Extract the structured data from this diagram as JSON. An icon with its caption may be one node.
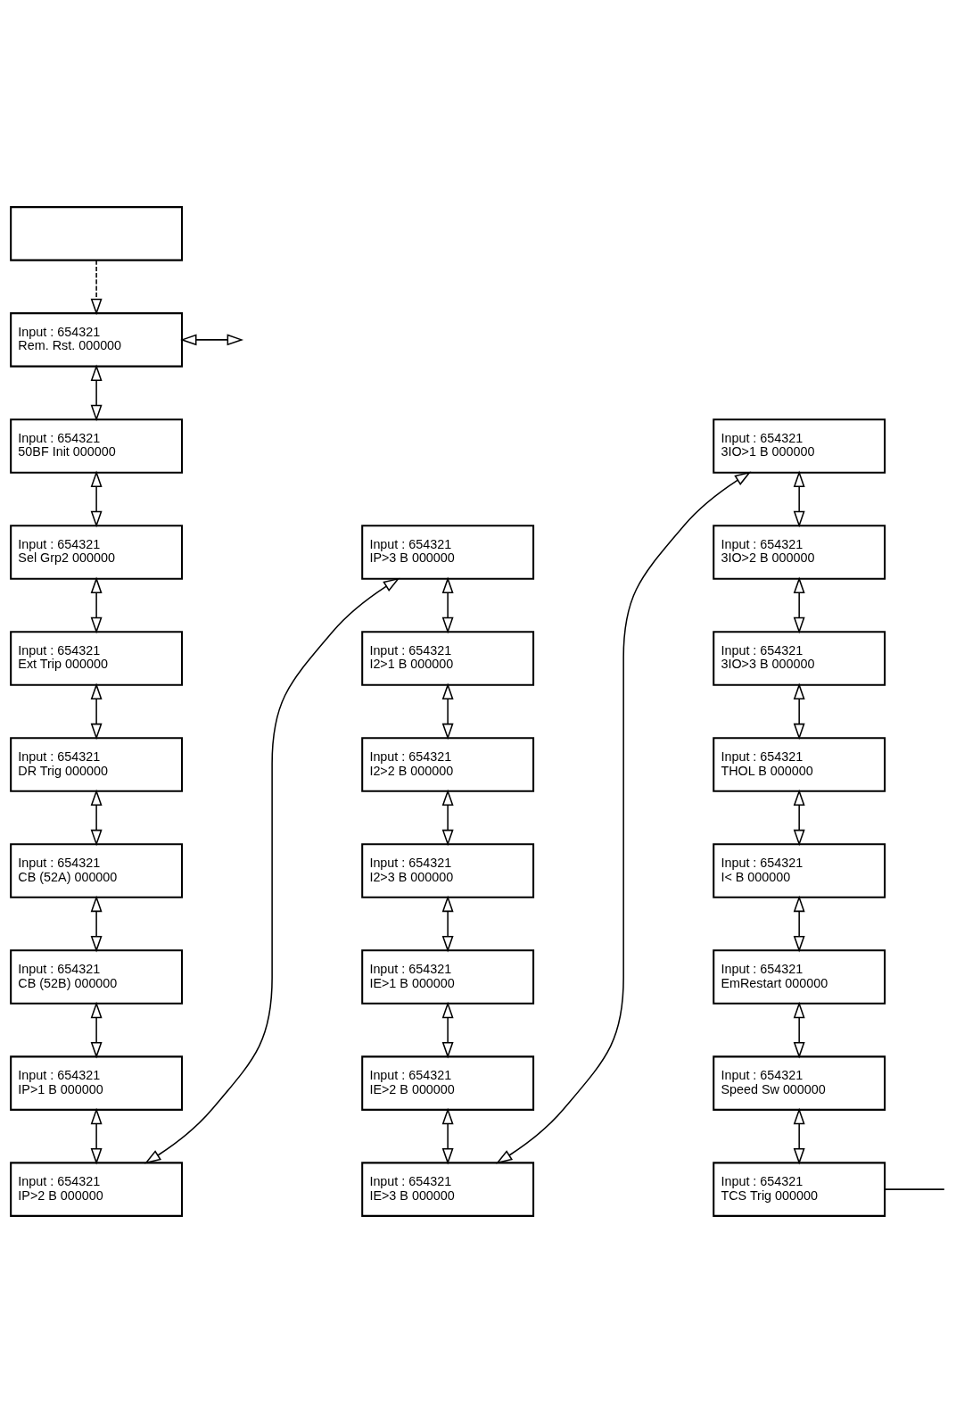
{
  "diagram": {
    "nodes": [
      {
        "text": [],
        "shape": "box"
      },
      {
        "text": [
          "Input : 654321",
          "Rem. Rst. 000000"
        ]
      },
      {
        "text": [
          "Input : 654321",
          "50BF Init 000000"
        ]
      },
      {
        "text": [
          "Input : 654321",
          "Sel Grp2 000000"
        ]
      },
      {
        "text": [
          "Input : 654321",
          "Ext Trip 000000"
        ]
      },
      {
        "text": [
          "Input : 654321",
          "DR Trig 000000"
        ]
      },
      {
        "text": [
          "Input : 654321",
          "CB (52A) 000000"
        ]
      },
      {
        "text": [
          "Input : 654321",
          "CB (52B) 000000"
        ]
      },
      {
        "text": [
          "Input : 654321",
          "IP>1 B 000000"
        ]
      },
      {
        "text": [
          "Input : 654321",
          "IP>2 B 000000"
        ]
      },
      {
        "text": [
          "Input : 654321",
          "IP>3 B 000000"
        ]
      },
      {
        "text": [
          "Input : 654321",
          "I2>1 B 000000"
        ]
      },
      {
        "text": [
          "Input : 654321",
          "I2>2 B 000000"
        ]
      },
      {
        "text": [
          "Input : 654321",
          "I2>3 B 000000"
        ]
      },
      {
        "text": [
          "Input : 654321",
          "IE>1 B 000000"
        ]
      },
      {
        "text": [
          "Input : 654321",
          "IE>2 B 000000"
        ]
      },
      {
        "text": [
          "Input : 654321",
          "IE>3 B 000000"
        ]
      },
      {
        "text": [
          "Input : 654321",
          "3IO>1 B 000000"
        ]
      },
      {
        "text": [
          "Input : 654321",
          "3IO>2 B 000000"
        ]
      },
      {
        "text": [
          "Input : 654321",
          "3IO>3 B 000000"
        ]
      },
      {
        "text": [
          "Input : 654321",
          "THOL B 000000"
        ]
      },
      {
        "text": [
          "Input : 654321",
          "I< B 000000"
        ]
      },
      {
        "text": [
          "Input : 654321",
          "EmRestart 000000"
        ]
      },
      {
        "text": [
          "Input : 654321",
          "Speed Sw 000000"
        ]
      },
      {
        "text": [
          "Input : 654321",
          "TCS Trig 000000"
        ]
      }
    ],
    "edges": [
      {
        "from": 0,
        "to": 1,
        "arrow": "to",
        "style": "dashed"
      },
      {
        "from": 1,
        "to": null,
        "arrow": "both"
      },
      {
        "from": 1,
        "to": 2,
        "arrow": "both"
      },
      {
        "from": 2,
        "to": 3,
        "arrow": "both"
      },
      {
        "from": 3,
        "to": 4,
        "arrow": "both"
      },
      {
        "from": 4,
        "to": 5,
        "arrow": "both"
      },
      {
        "from": 5,
        "to": 6,
        "arrow": "both"
      },
      {
        "from": 6,
        "to": 7,
        "arrow": "both"
      },
      {
        "from": 7,
        "to": 8,
        "arrow": "both"
      },
      {
        "from": 8,
        "to": 9,
        "arrow": "both"
      },
      {
        "from": 9,
        "to": 10,
        "arrow": "both"
      },
      {
        "from": 10,
        "to": 11,
        "arrow": "both"
      },
      {
        "from": 11,
        "to": 12,
        "arrow": "both"
      },
      {
        "from": 12,
        "to": 13,
        "arrow": "both"
      },
      {
        "from": 13,
        "to": 14,
        "arrow": "both"
      },
      {
        "from": 14,
        "to": 15,
        "arrow": "both"
      },
      {
        "from": 15,
        "to": 16,
        "arrow": "both"
      },
      {
        "from": 16,
        "to": 17,
        "arrow": "both"
      },
      {
        "from": 17,
        "to": 18,
        "arrow": "both"
      },
      {
        "from": 18,
        "to": 19,
        "arrow": "both"
      },
      {
        "from": 19,
        "to": 20,
        "arrow": "both"
      },
      {
        "from": 20,
        "to": 21,
        "arrow": "both"
      },
      {
        "from": 21,
        "to": 22,
        "arrow": "both"
      },
      {
        "from": 22,
        "to": 23,
        "arrow": "both"
      },
      {
        "from": 23,
        "to": 24,
        "arrow": "both"
      },
      {
        "from": 24,
        "to": null,
        "arrow": "none"
      }
    ]
  }
}
